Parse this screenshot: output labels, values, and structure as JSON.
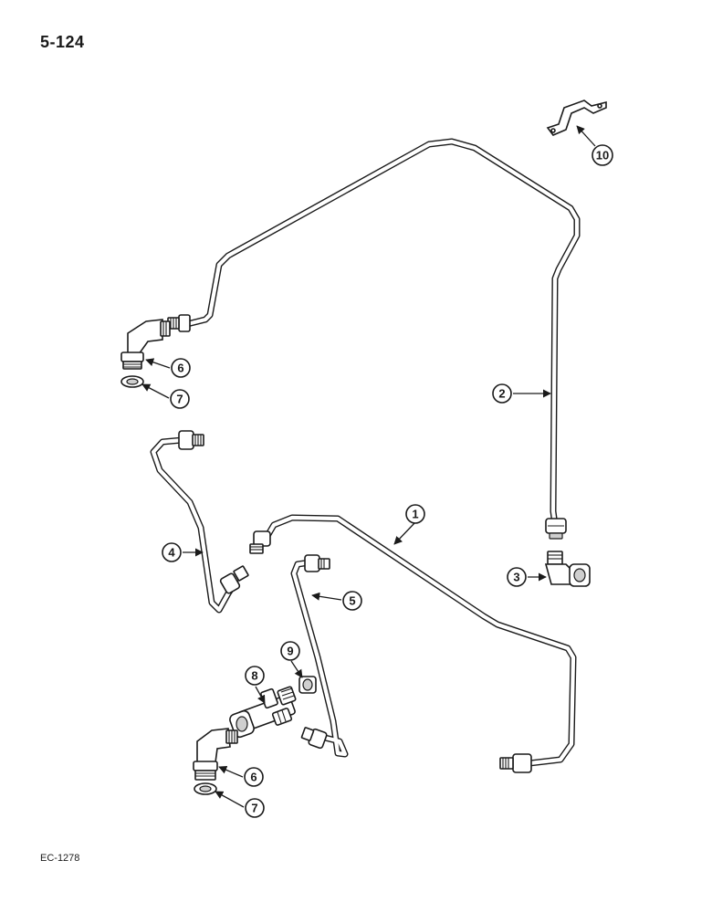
{
  "page": {
    "number": "5-124",
    "figure_code": "EC-1278"
  },
  "callouts": [
    {
      "id": "callout-1",
      "label": "1"
    },
    {
      "id": "callout-2",
      "label": "2"
    },
    {
      "id": "callout-3",
      "label": "3"
    },
    {
      "id": "callout-4",
      "label": "4"
    },
    {
      "id": "callout-5",
      "label": "5"
    },
    {
      "id": "callout-6a",
      "label": "6"
    },
    {
      "id": "callout-7a",
      "label": "7"
    },
    {
      "id": "callout-8",
      "label": "8"
    },
    {
      "id": "callout-9",
      "label": "9"
    },
    {
      "id": "callout-6b",
      "label": "6"
    },
    {
      "id": "callout-7b",
      "label": "7"
    },
    {
      "id": "callout-10",
      "label": "10"
    }
  ]
}
